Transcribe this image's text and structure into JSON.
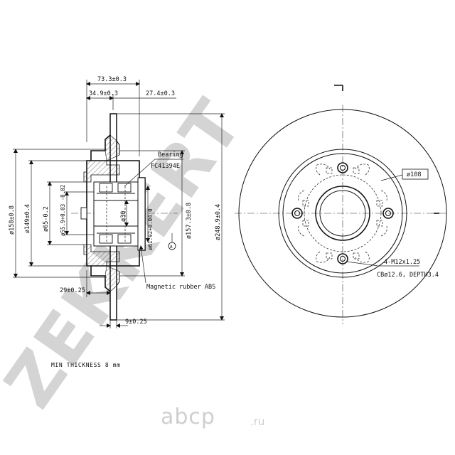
{
  "watermark": {
    "brand": "ZEKKERT",
    "site_main": "abcp",
    "site_tld": ".ru"
  },
  "side_view": {
    "dims": {
      "overall_width": "73.3±0.3",
      "hub_offset": "34.9±0.3",
      "flange_offset": "27.4±0.3",
      "dia_outer_hub": "ø158±0.8",
      "dia_149": "ø149±0.4",
      "dia_65": "ø65-0.2",
      "dia_55_9": "ø55.9+0.03 -0.02",
      "dia_30": "ø30",
      "dia_61_92": "ø61.92+0.04 0",
      "dia_157_3": "ø157.3±0.8",
      "dia_disc": "ø248.9±0.4",
      "hat_depth": "29±0.25",
      "disc_thickness": "9±0.25"
    },
    "callouts": {
      "bearing": "Bearing",
      "bearing_part": "FC41394E",
      "magnetic": "Magnetic rubber ABS",
      "datum": "A"
    }
  },
  "front_view": {
    "dims": {
      "pcd": "ø108",
      "bolts": "4-M12x1.25",
      "counterbore": "CBø12.6, DEPTH3.4"
    }
  },
  "notes": {
    "min_thickness": "MIN THICKNESS 8 mm"
  }
}
